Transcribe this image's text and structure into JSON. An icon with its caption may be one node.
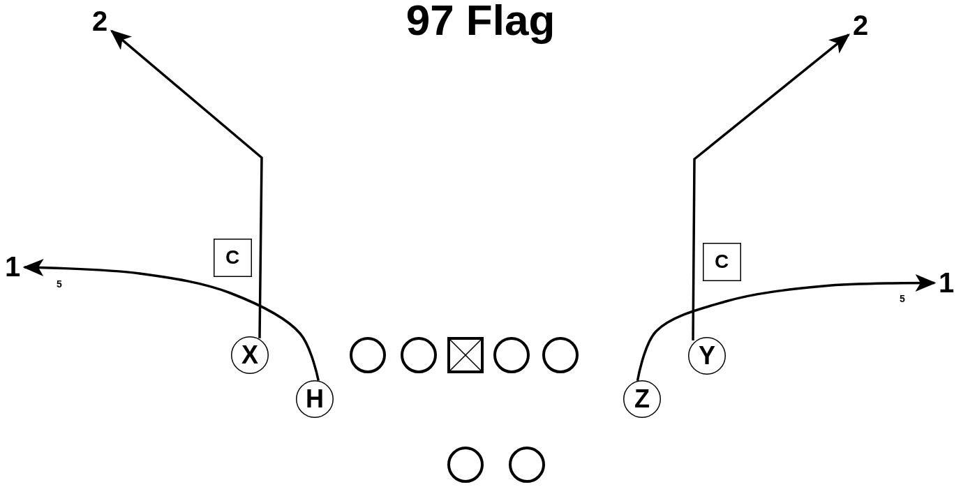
{
  "diagram": {
    "title": "97 Flag",
    "nodes": [
      {
        "text": [
          "X"
        ]
      },
      {
        "text": [
          "H"
        ]
      },
      {
        "text": [
          "Y"
        ]
      },
      {
        "text": [
          "Z"
        ]
      },
      {
        "text": [
          "2"
        ]
      },
      {
        "text": [
          "2"
        ]
      },
      {
        "text": [
          "1"
        ]
      },
      {
        "text": [
          "1"
        ]
      },
      {
        "text": [
          "C"
        ]
      },
      {
        "text": [
          "C"
        ]
      },
      {
        "text": [],
        "shape": "circle"
      },
      {
        "text": [],
        "shape": "circle"
      },
      {
        "text": [],
        "shape": "box"
      },
      {
        "text": [],
        "shape": "circle"
      },
      {
        "text": [],
        "shape": "circle"
      },
      {
        "text": [],
        "shape": "circle"
      },
      {
        "text": [],
        "shape": "circle"
      }
    ],
    "edges": [
      {
        "from": 0,
        "to": 4,
        "arrow": "to"
      },
      {
        "from": 1,
        "to": 6,
        "arrow": "to"
      },
      {
        "from": 2,
        "to": 5,
        "arrow": "to"
      },
      {
        "from": 3,
        "to": 7,
        "arrow": "to"
      }
    ],
    "labels": [
      "5",
      "5"
    ]
  }
}
